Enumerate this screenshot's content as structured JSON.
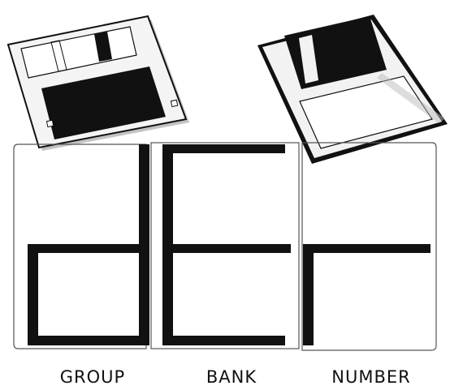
{
  "labels": {
    "group": "GROUP",
    "bank": "BANK",
    "number": "NUMBER"
  },
  "display_glyphs": [
    "d",
    "E",
    "r"
  ],
  "colors": {
    "ink": "#111111",
    "paper": "#ffffff",
    "disk_body": "#f4f4f4",
    "frame": "#555555"
  },
  "icons": [
    "floppy-disk-icon",
    "floppy-disk-icon"
  ]
}
